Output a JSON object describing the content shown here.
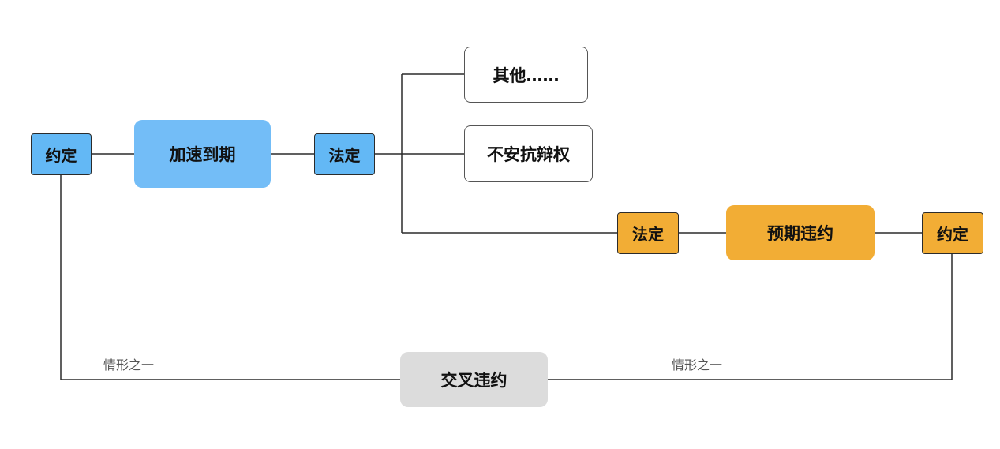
{
  "nodes": {
    "agreed_left": "约定",
    "acceleration": "加速到期",
    "legal_top": "法定",
    "others": "其他……",
    "defense_right": "不安抗辩权",
    "legal_bottom": "法定",
    "anticipatory_breach": "预期违约",
    "agreed_right": "约定",
    "cross_default": "交叉违约"
  },
  "edge_labels": {
    "left": "情形之一",
    "right": "情形之一"
  },
  "colors": {
    "blue": "#63b8f5",
    "orange": "#f2ad35",
    "gray": "#dcdcdc",
    "line": "#2b2b2b"
  }
}
